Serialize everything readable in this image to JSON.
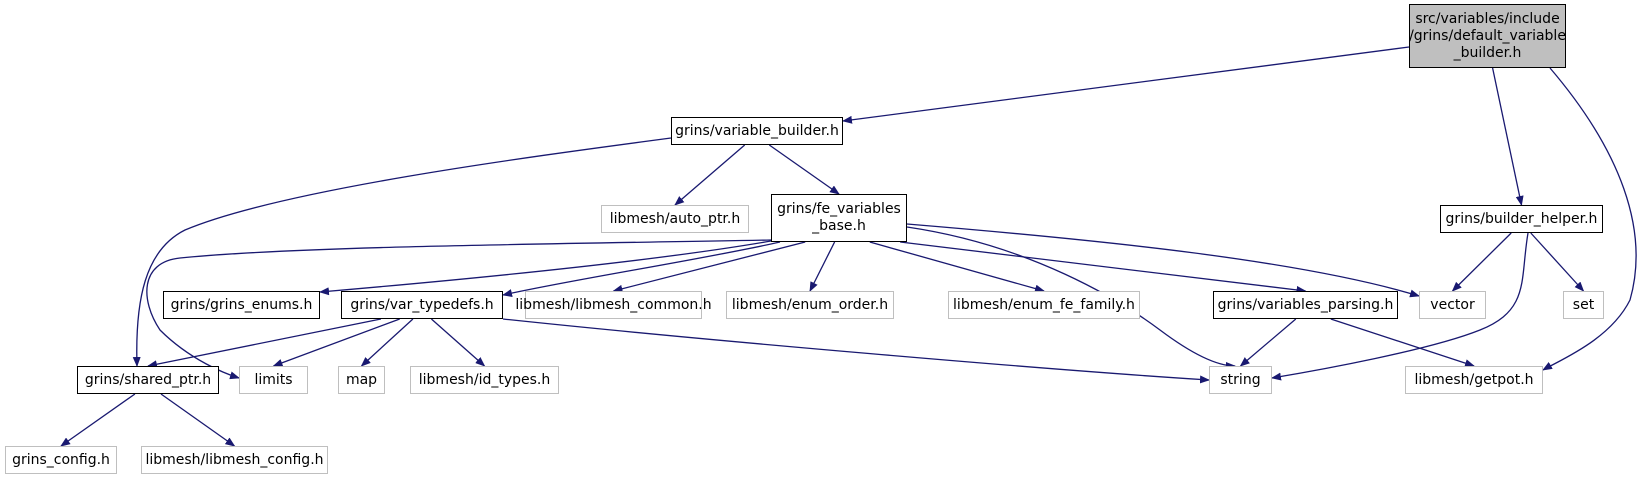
{
  "nodes": [
    {
      "id": "root",
      "label": "src/variables/include\n/grins/default_variable\n_builder.h",
      "kind": "root"
    },
    {
      "id": "variable_builder",
      "label": "grins/variable_builder.h",
      "kind": "doc"
    },
    {
      "id": "builder_helper",
      "label": "grins/builder_helper.h",
      "kind": "doc"
    },
    {
      "id": "auto_ptr",
      "label": "libmesh/auto_ptr.h",
      "kind": "ext"
    },
    {
      "id": "fe_variables_base",
      "label": "grins/fe_variables\n_base.h",
      "kind": "doc"
    },
    {
      "id": "grins_enums",
      "label": "grins/grins_enums.h",
      "kind": "doc"
    },
    {
      "id": "var_typedefs",
      "label": "grins/var_typedefs.h",
      "kind": "doc"
    },
    {
      "id": "libmesh_common",
      "label": "libmesh/libmesh_common.h",
      "kind": "ext"
    },
    {
      "id": "enum_order",
      "label": "libmesh/enum_order.h",
      "kind": "ext"
    },
    {
      "id": "enum_fe_family",
      "label": "libmesh/enum_fe_family.h",
      "kind": "ext"
    },
    {
      "id": "variables_parsing",
      "label": "grins/variables_parsing.h",
      "kind": "doc"
    },
    {
      "id": "vector",
      "label": "vector",
      "kind": "ext"
    },
    {
      "id": "set",
      "label": "set",
      "kind": "ext"
    },
    {
      "id": "shared_ptr",
      "label": "grins/shared_ptr.h",
      "kind": "doc"
    },
    {
      "id": "limits",
      "label": "limits",
      "kind": "ext"
    },
    {
      "id": "map",
      "label": "map",
      "kind": "ext"
    },
    {
      "id": "id_types",
      "label": "libmesh/id_types.h",
      "kind": "ext"
    },
    {
      "id": "string",
      "label": "string",
      "kind": "ext"
    },
    {
      "id": "getpot",
      "label": "libmesh/getpot.h",
      "kind": "ext"
    },
    {
      "id": "grins_config",
      "label": "grins_config.h",
      "kind": "ext"
    },
    {
      "id": "libmesh_config",
      "label": "libmesh/libmesh_config.h",
      "kind": "ext"
    }
  ],
  "edges": [
    [
      "root",
      "variable_builder"
    ],
    [
      "root",
      "builder_helper"
    ],
    [
      "root",
      "getpot"
    ],
    [
      "variable_builder",
      "auto_ptr"
    ],
    [
      "variable_builder",
      "fe_variables_base"
    ],
    [
      "variable_builder",
      "shared_ptr"
    ],
    [
      "fe_variables_base",
      "grins_enums"
    ],
    [
      "fe_variables_base",
      "var_typedefs"
    ],
    [
      "fe_variables_base",
      "libmesh_common"
    ],
    [
      "fe_variables_base",
      "enum_order"
    ],
    [
      "fe_variables_base",
      "enum_fe_family"
    ],
    [
      "fe_variables_base",
      "variables_parsing"
    ],
    [
      "fe_variables_base",
      "vector"
    ],
    [
      "fe_variables_base",
      "string"
    ],
    [
      "fe_variables_base",
      "limits"
    ],
    [
      "builder_helper",
      "vector"
    ],
    [
      "builder_helper",
      "set"
    ],
    [
      "builder_helper",
      "string"
    ],
    [
      "var_typedefs",
      "shared_ptr"
    ],
    [
      "var_typedefs",
      "limits"
    ],
    [
      "var_typedefs",
      "map"
    ],
    [
      "var_typedefs",
      "id_types"
    ],
    [
      "var_typedefs",
      "string"
    ],
    [
      "variables_parsing",
      "string"
    ],
    [
      "variables_parsing",
      "getpot"
    ],
    [
      "shared_ptr",
      "grins_config"
    ],
    [
      "shared_ptr",
      "libmesh_config"
    ]
  ],
  "colors": {
    "edge": "#191970",
    "doc_border": "#000000",
    "ext_border": "#bfbfbf",
    "root_fill": "#bfbfbf"
  }
}
